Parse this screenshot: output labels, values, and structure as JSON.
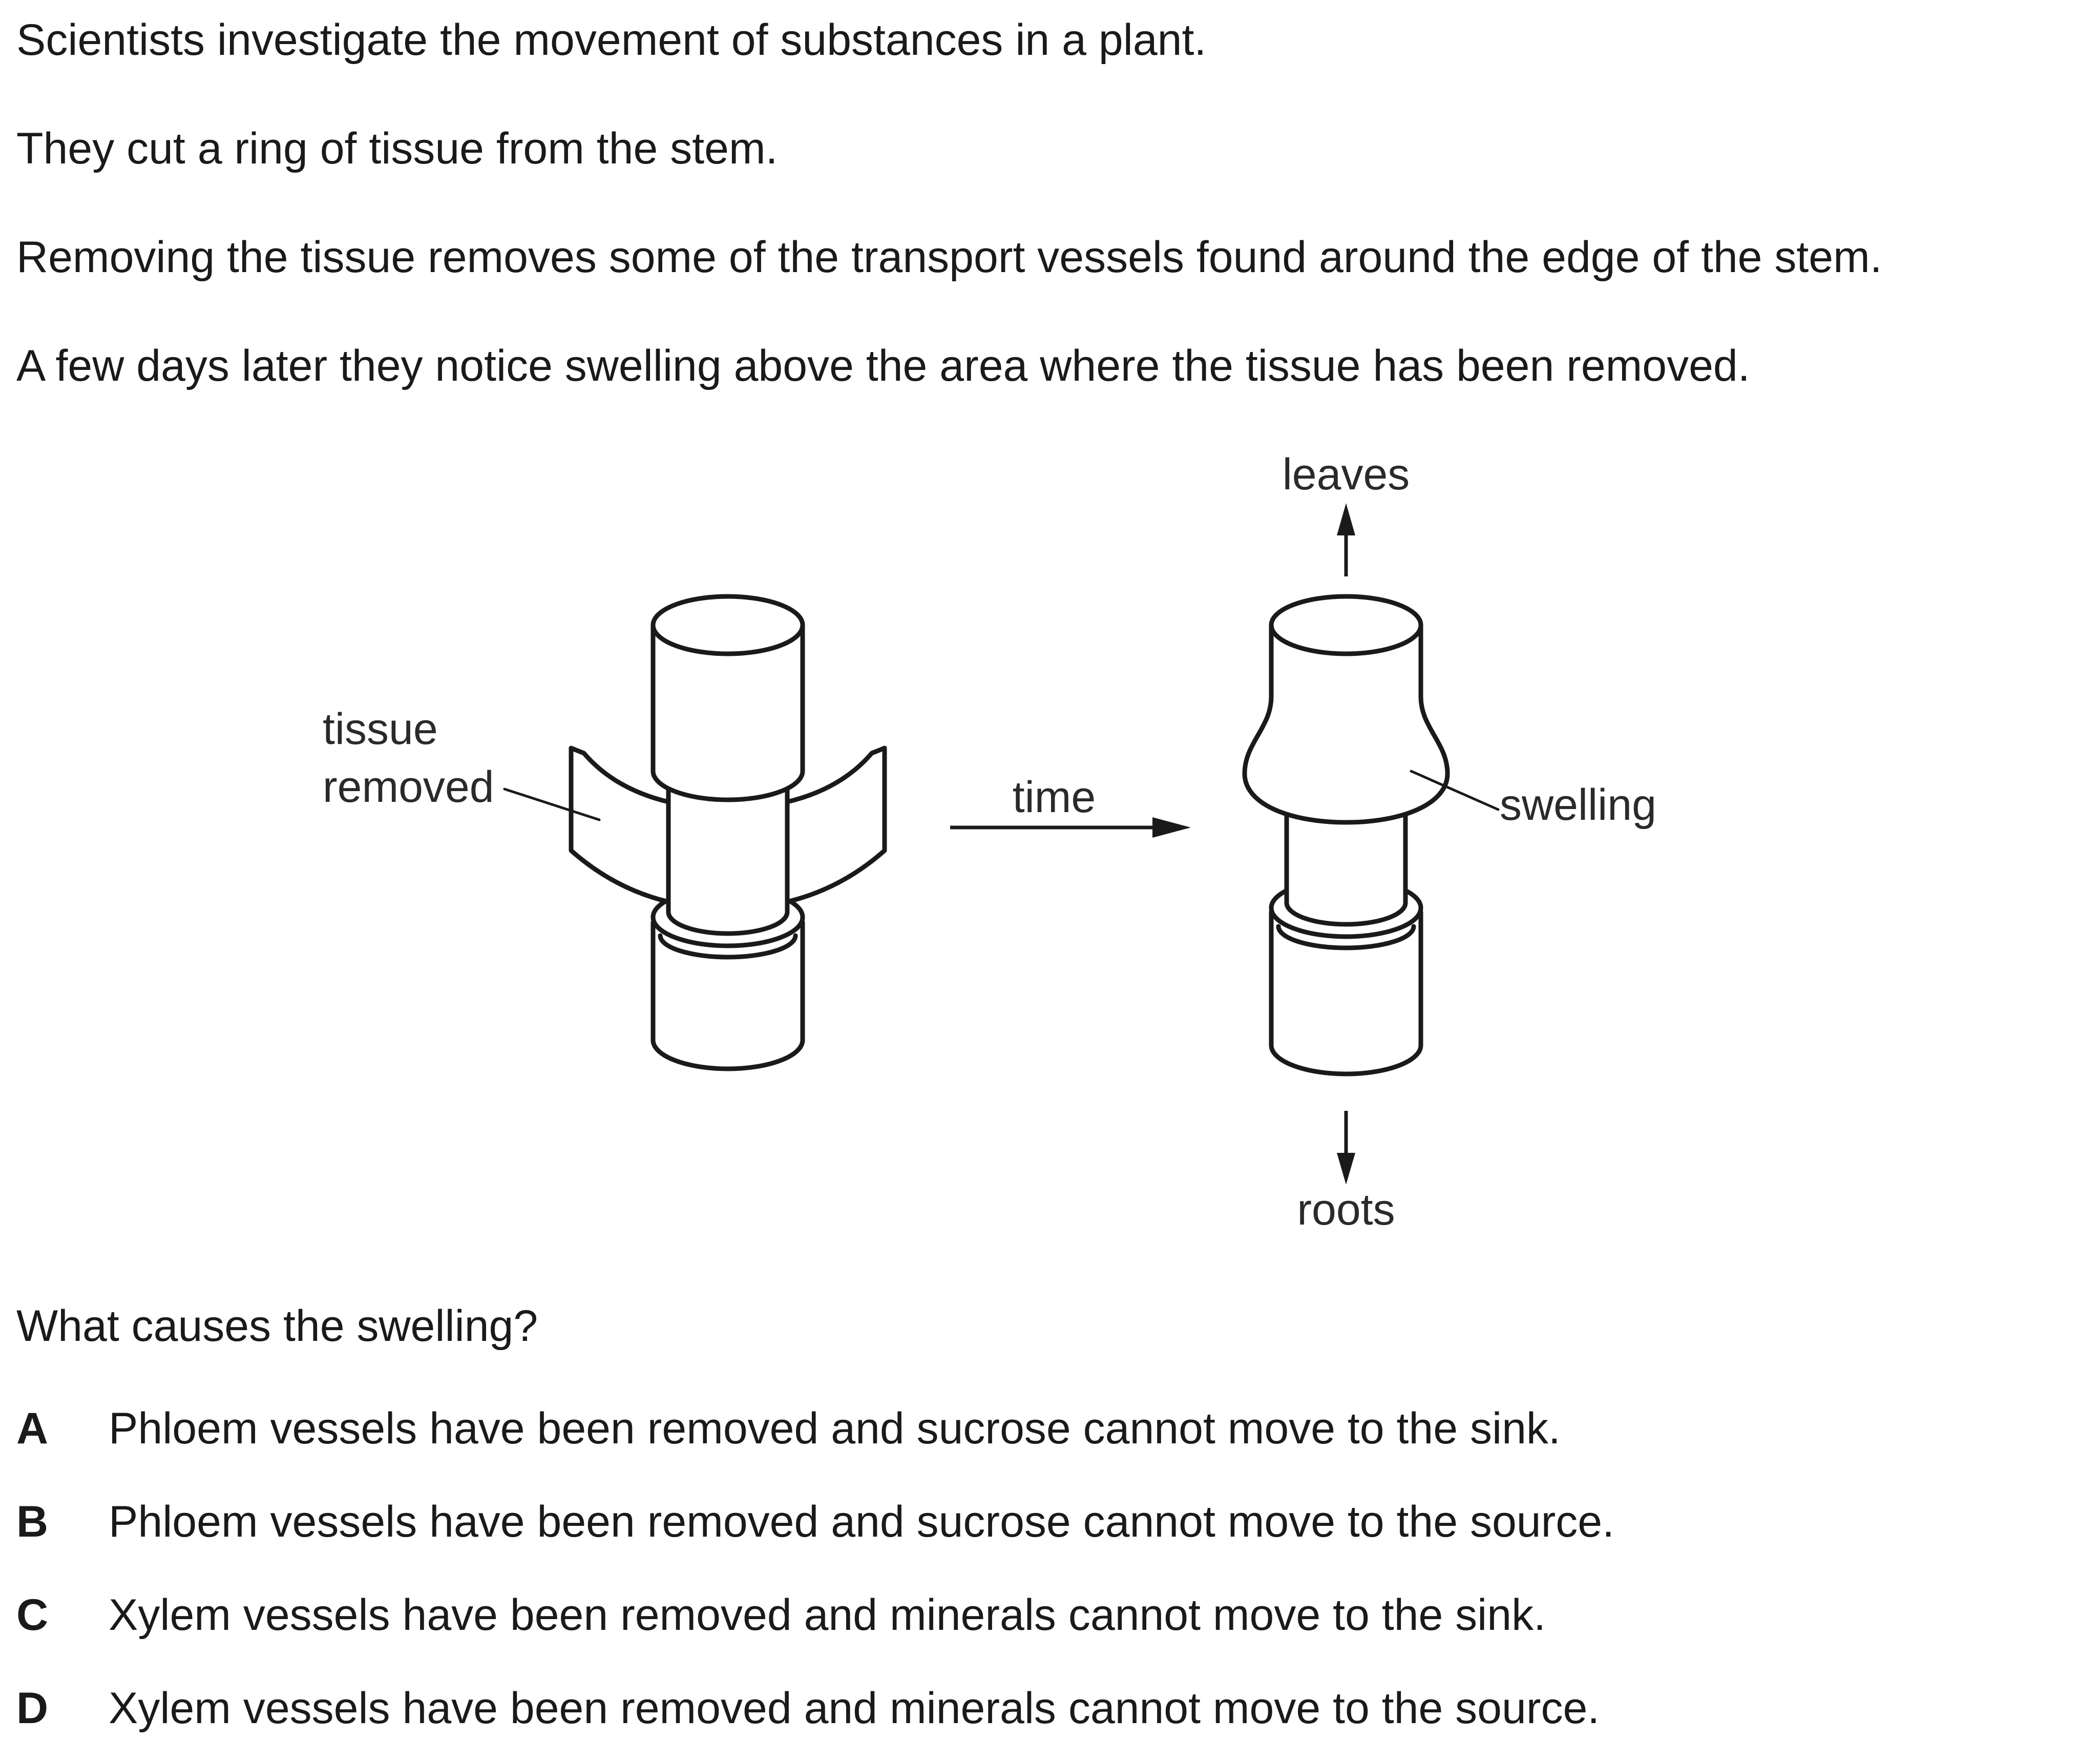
{
  "intro": [
    "Scientists investigate the movement of substances in a plant.",
    "They cut a ring of tissue from the stem.",
    "Removing the tissue removes some of the transport vessels found around the edge of the stem.",
    "A few days later they notice swelling above the area where the tissue has been removed."
  ],
  "diagram": {
    "label_tissue_line1": "tissue",
    "label_tissue_line2": "removed",
    "label_time": "time",
    "label_leaves": "leaves",
    "label_roots": "roots",
    "label_swelling": "swelling"
  },
  "question": "What causes the swelling?",
  "options": [
    {
      "letter": "A",
      "text": "Phloem vessels have been removed and sucrose cannot move to the sink."
    },
    {
      "letter": "B",
      "text": "Phloem vessels have been removed and sucrose cannot move to the source."
    },
    {
      "letter": "C",
      "text": "Xylem vessels have been removed and minerals cannot move to the sink."
    },
    {
      "letter": "D",
      "text": "Xylem vessels have been removed and minerals cannot move to the source."
    }
  ]
}
